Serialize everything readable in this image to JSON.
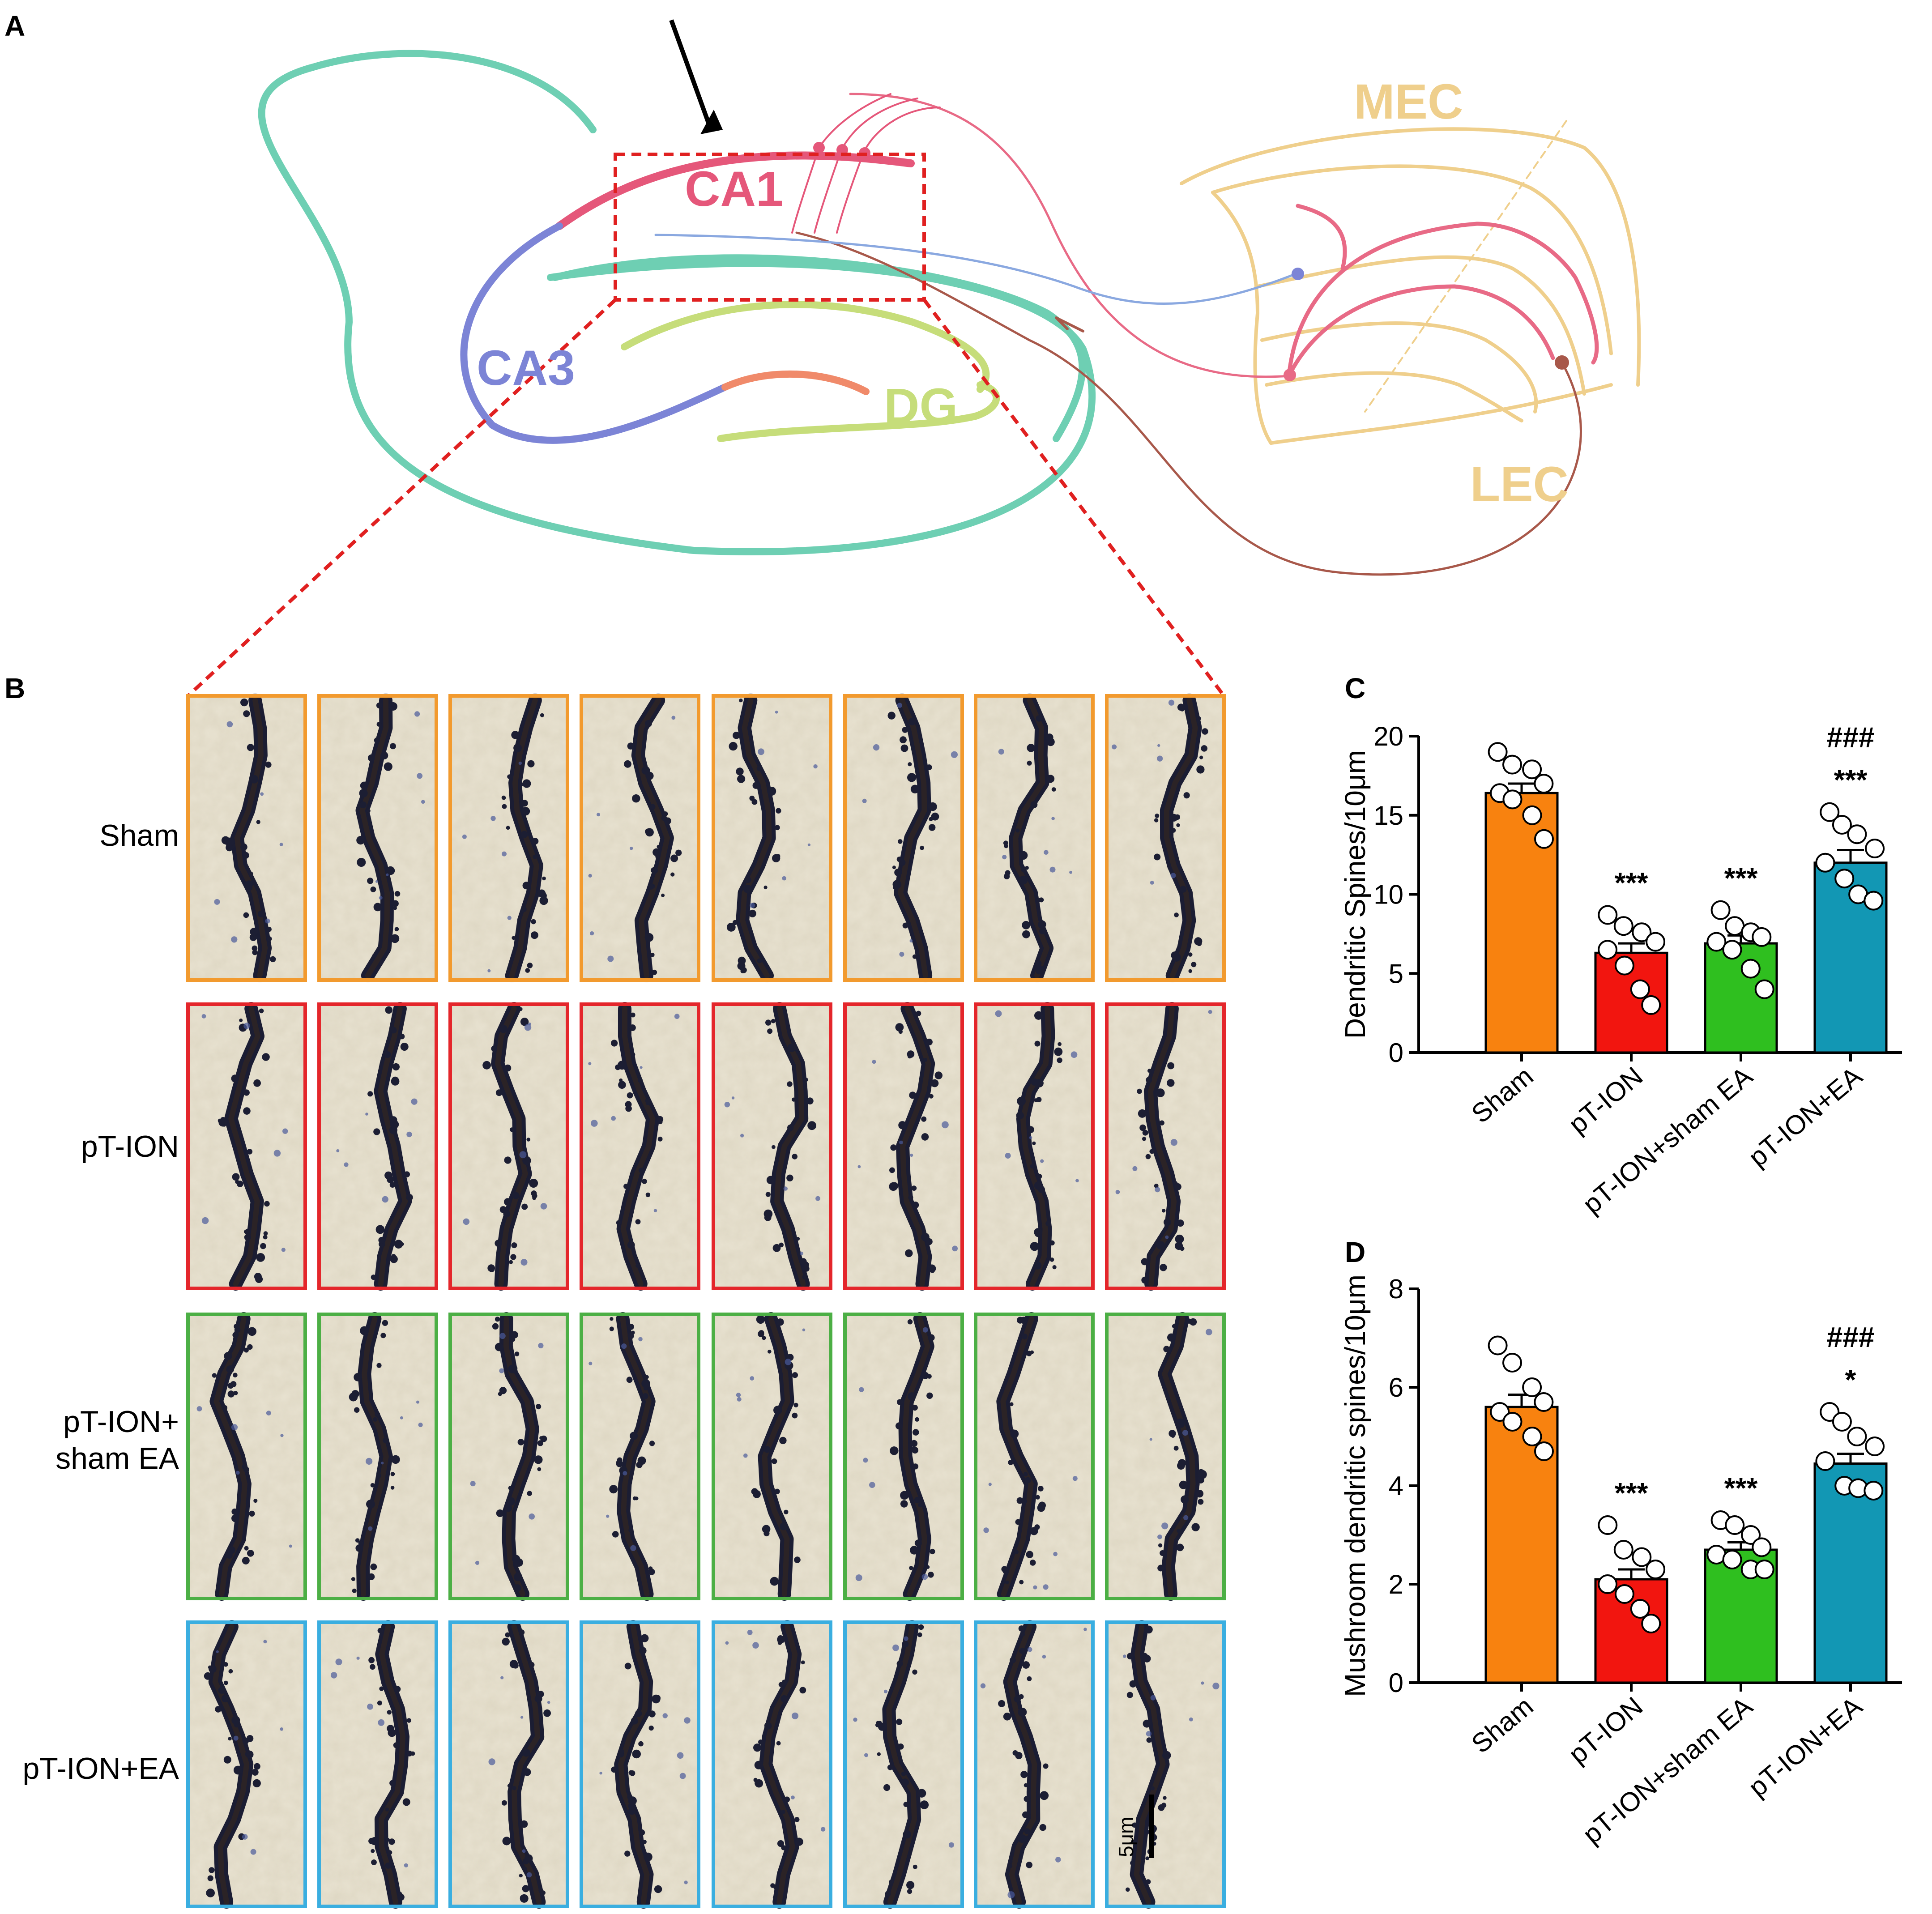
{
  "panels": {
    "a": "A",
    "b": "B",
    "c": "C",
    "d": "D"
  },
  "diagram": {
    "labels": {
      "ca1": "CA1",
      "ca3": "CA3",
      "dg": "DG",
      "mec": "MEC",
      "lec": "LEC"
    },
    "colors": {
      "outline": "#6ecfb3",
      "ca1": "#e5577a",
      "ca3": "#7c84d6",
      "dg": "#c6dd7a",
      "dg_tip": "#f08a6a",
      "ec": "#efcf8c",
      "mec_fiber": "#e86a86",
      "lec_fiber": "#a8584a",
      "ca3_fiber": "#8aa8e0",
      "highlight_box": "#e02020"
    }
  },
  "micrographs": {
    "rows": [
      {
        "label": "Sham",
        "color": "#f29a2e"
      },
      {
        "label": "pT-ION",
        "color": "#e4262b"
      },
      {
        "label": "pT-ION+\nsham EA",
        "color": "#4caf45"
      },
      {
        "label": "pT-ION+EA",
        "color": "#3aaee0"
      }
    ],
    "columns": 8,
    "scale_bar": "5μm"
  },
  "chart_data": [
    {
      "type": "bar",
      "panel": "C",
      "categories": [
        "Sham",
        "pT-ION",
        "pT-ION+sham EA",
        "pT-ION+EA"
      ],
      "values": [
        16.4,
        6.3,
        6.9,
        12.0
      ],
      "sem": [
        0.6,
        0.6,
        0.5,
        0.8
      ],
      "points": [
        [
          19.0,
          18.2,
          17.9,
          17.0,
          16.4,
          16.0,
          15.0,
          13.5
        ],
        [
          8.7,
          8.0,
          7.6,
          7.0,
          6.5,
          5.5,
          4.0,
          3.0
        ],
        [
          9.0,
          8.0,
          7.6,
          7.3,
          7.0,
          6.5,
          5.3,
          4.0
        ],
        [
          15.2,
          14.4,
          13.8,
          12.9,
          12.0,
          11.0,
          10.0,
          9.6
        ]
      ],
      "colors": [
        "#f8820f",
        "#f2150f",
        "#2fbf1f",
        "#1297b4"
      ],
      "ylabel": "Dendritic Spines/10μm",
      "ylim": [
        0,
        20
      ],
      "yticks": [
        0,
        5,
        10,
        15,
        20
      ],
      "annotations": [
        {
          "category": "pT-ION",
          "lines": [
            "***"
          ]
        },
        {
          "category": "pT-ION+sham EA",
          "lines": [
            "***"
          ]
        },
        {
          "category": "pT-ION+EA",
          "lines": [
            "###",
            "***"
          ]
        }
      ],
      "grid": false
    },
    {
      "type": "bar",
      "panel": "D",
      "categories": [
        "Sham",
        "pT-ION",
        "pT-ION+sham EA",
        "pT-ION+EA"
      ],
      "values": [
        5.6,
        2.1,
        2.7,
        4.45
      ],
      "sem": [
        0.25,
        0.2,
        0.15,
        0.2
      ],
      "points": [
        [
          6.85,
          6.5,
          6.0,
          5.7,
          5.5,
          5.3,
          5.0,
          4.7
        ],
        [
          3.2,
          2.7,
          2.55,
          2.3,
          2.0,
          1.8,
          1.5,
          1.2
        ],
        [
          3.3,
          3.2,
          3.0,
          2.75,
          2.6,
          2.5,
          2.3,
          2.3
        ],
        [
          5.5,
          5.3,
          5.0,
          4.8,
          4.5,
          4.0,
          3.95,
          3.9
        ]
      ],
      "colors": [
        "#f8820f",
        "#f2150f",
        "#2fbf1f",
        "#1297b4"
      ],
      "ylabel": "Mushroom dendritic spines/10μm",
      "ylim": [
        0,
        8
      ],
      "yticks": [
        0,
        2,
        4,
        6,
        8
      ],
      "annotations": [
        {
          "category": "pT-ION",
          "lines": [
            "***"
          ]
        },
        {
          "category": "pT-ION+sham EA",
          "lines": [
            "***"
          ]
        },
        {
          "category": "pT-ION+EA",
          "lines": [
            "###",
            "*"
          ]
        }
      ],
      "grid": false
    }
  ]
}
